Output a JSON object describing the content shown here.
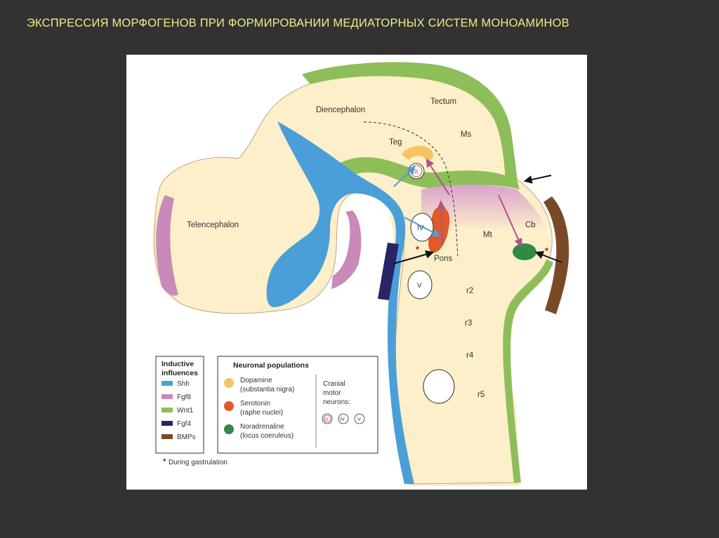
{
  "slide": {
    "title": "ЭКСПРЕССИЯ МОРФОГЕНОВ ПРИ ФОРМИРОВАНИИ МЕДИАТОРНЫХ СИСТЕМ МОНОАМИНОВ"
  },
  "regions": {
    "diencephalon": "Diencephalon",
    "tectum": "Tectum",
    "ms": "Ms",
    "teg": "Teg",
    "telencephalon": "Telencephalon",
    "mt": "Mt",
    "cb": "Cb",
    "pons": "Pons",
    "r2": "r2",
    "r3": "r3",
    "r4": "r4",
    "r5": "r5"
  },
  "nuclei": {
    "iii": "III",
    "iv": "IV",
    "v": "V",
    "star": "*"
  },
  "legend_inductive": {
    "title_line1": "Inductive",
    "title_line2": "influences",
    "items": [
      {
        "label": "Shh",
        "color": "#4a9fd8"
      },
      {
        "label": "Fgf8",
        "color": "#c989b9"
      },
      {
        "label": "Wnt1",
        "color": "#8dbe5a"
      },
      {
        "label": "Fgf4",
        "color": "#2b2466"
      },
      {
        "label": "BMPs",
        "color": "#7a4a26"
      }
    ]
  },
  "legend_neuronal": {
    "title": "Neuronal populations",
    "items": [
      {
        "label_line1": "Dopamine",
        "label_line2": "(substantia nigra)",
        "color": "#f5c564"
      },
      {
        "label_line1": "Serotonin",
        "label_line2": "(raphe nuclei)",
        "color": "#e05a2a"
      },
      {
        "label_line1": "Noradrenaline",
        "label_line2": "(locus coeruleus)",
        "color": "#2e8a45"
      }
    ],
    "cranial_line1": "Cranial",
    "cranial_line2": "motor",
    "cranial_line3": "neurons:",
    "cranial_iii": "III",
    "cranial_iv": "IV",
    "cranial_v": "V"
  },
  "footnote": {
    "star": "*",
    "text": "During gastrulation"
  },
  "colors": {
    "tissue": "#fdefc9",
    "tissue_outline": "#b8a888",
    "shh": "#4a9fd8",
    "fgf8": "#c989b9",
    "wnt1": "#8dbe5a",
    "fgf4": "#2b2466",
    "bmp": "#7a4a26",
    "arrow_pink": "#b0508f",
    "star_red": "#b02020",
    "title": "#f3ec86"
  }
}
